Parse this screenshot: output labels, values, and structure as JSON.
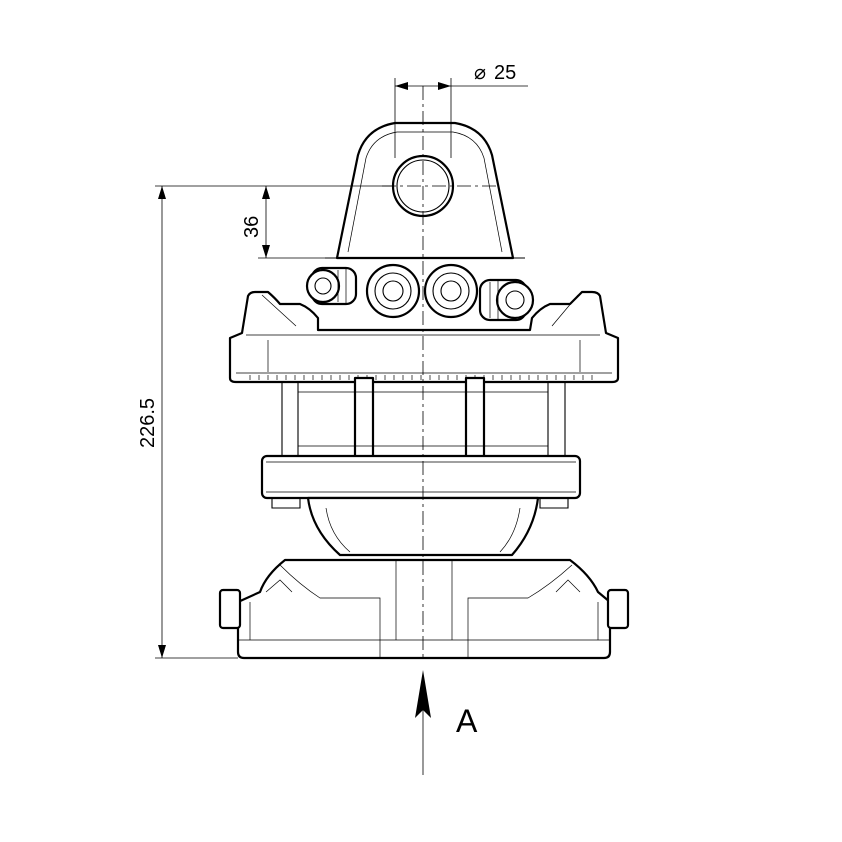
{
  "dimensions": {
    "hole_diameter": {
      "symbol": "⌀",
      "value": "25"
    },
    "eye_height": "36",
    "overall_height": "226.5"
  },
  "view_label": "A",
  "hydraulic_ports": 4
}
